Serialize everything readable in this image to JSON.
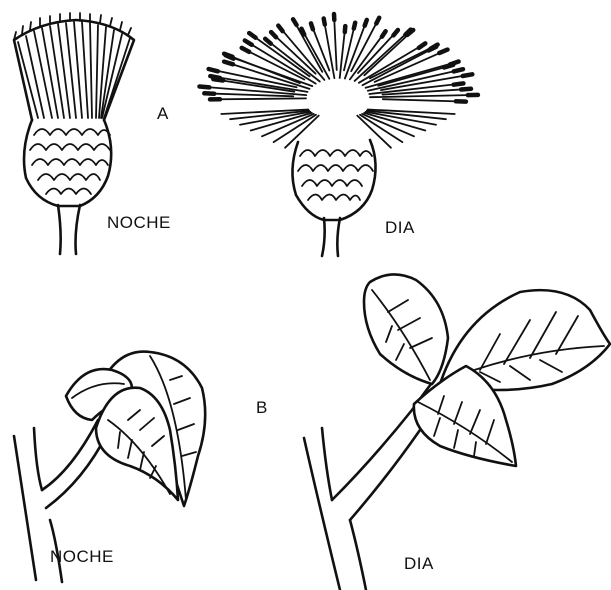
{
  "labels": {
    "a": "A",
    "noche_a": "NOCHE",
    "dia_a": "DIA",
    "b": "B",
    "noche_b": "NOCHE",
    "dia_b": "DIA"
  },
  "colors": {
    "ink": "#111111",
    "paper": "#ffffff"
  }
}
